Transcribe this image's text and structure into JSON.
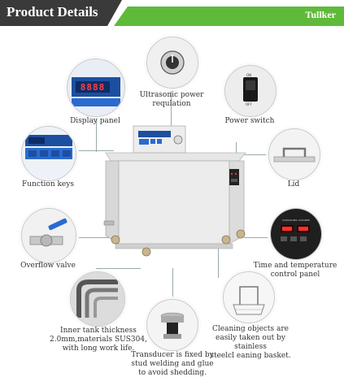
{
  "header": {
    "title": "Product Details",
    "brand": "Tullker"
  },
  "features": {
    "display_panel": "Display panel",
    "ultrasonic_power": "Ultrasonic power\nrequlation",
    "power_switch": "Power switch",
    "function_keys": "Function keys",
    "lid": "Lid",
    "overflow_valve": "Overflow valve",
    "time_temp": "Time and temperature\ncontrol panel",
    "inner_tank": "Inner tank thickness\n2.0mm,materials SUS304,\nwith long work life.",
    "transducer": "Transducer is fixed by\nstud welding and glue\nto avoid shedding.",
    "basket": "Cleaning objects are\neasily taken out by stainless\nsteelcl eaning basket."
  },
  "display_digits": "8888",
  "panel_brand": "ULTRASONIC CLEANER",
  "switch": {
    "on": "ON",
    "off": "OFF"
  }
}
